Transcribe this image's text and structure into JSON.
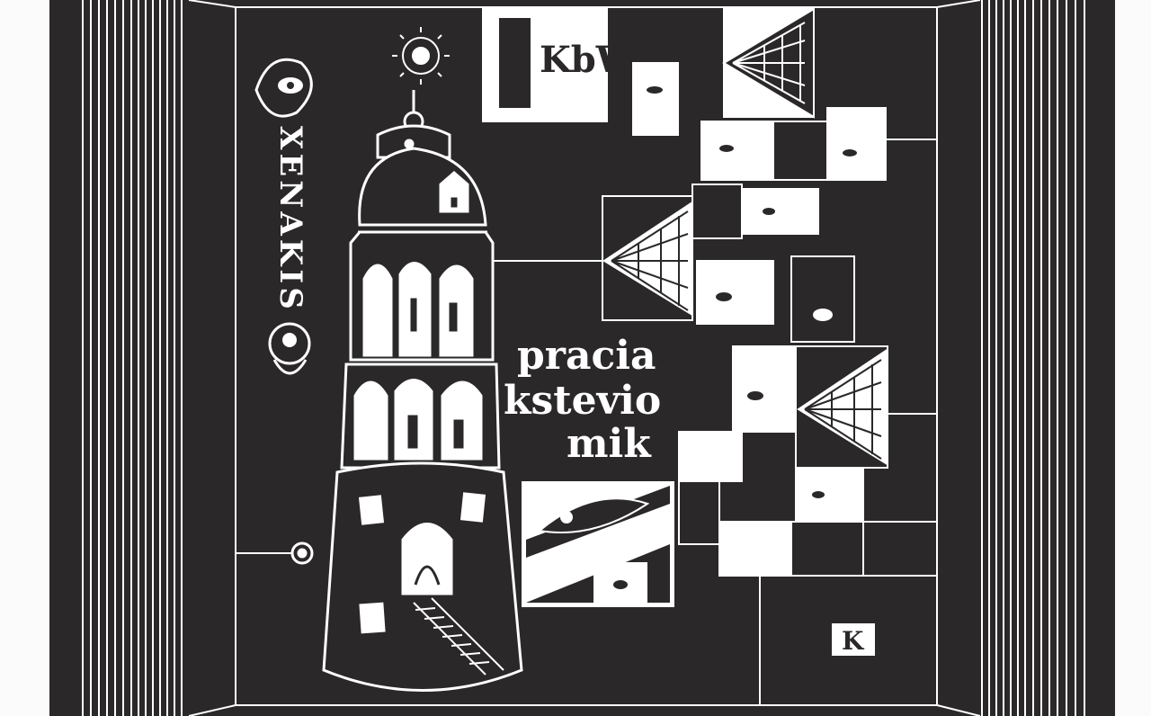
{
  "artwork": {
    "colors": {
      "ink": "#2a2829",
      "line": "#ffffff",
      "paper": "#fbfbfb"
    },
    "center_lettering": [
      "pracia",
      "kstevio",
      "mik"
    ],
    "left_vertical_lettering": "XENAKIS",
    "corner_monogram": "K",
    "top_monogram": "KbWo"
  }
}
